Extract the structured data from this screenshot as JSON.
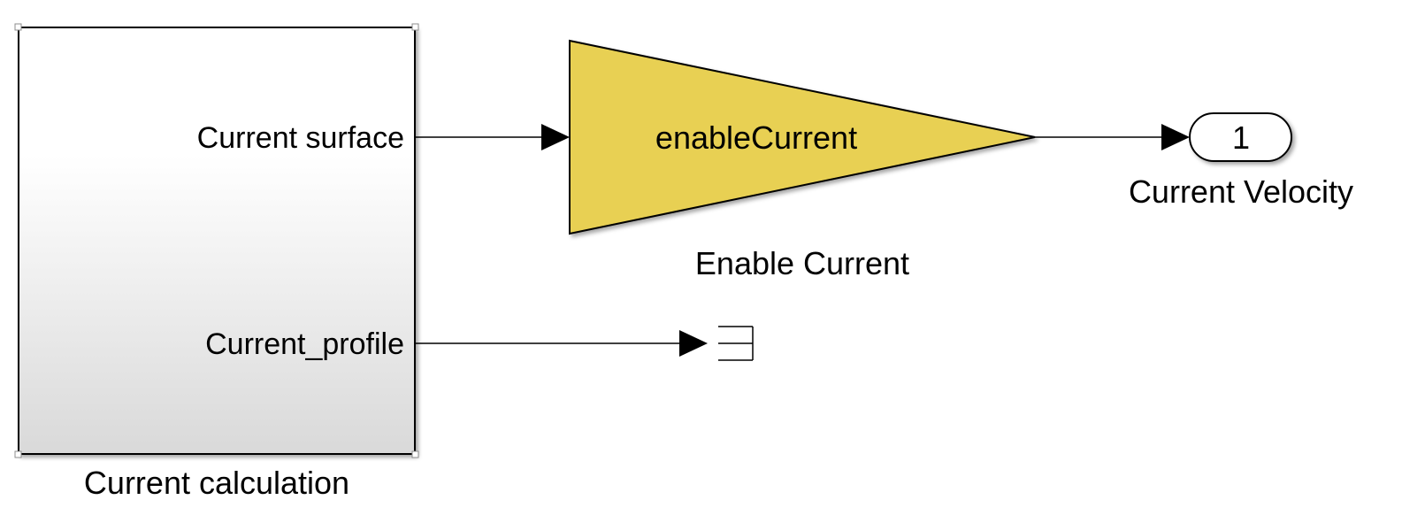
{
  "subsystem": {
    "name": "Current calculation",
    "outputs": [
      {
        "label": "Current surface"
      },
      {
        "label": "Current_profile"
      }
    ],
    "colors": {
      "top": "#ffffff",
      "bottom": "#d9d9d9",
      "border": "#000000"
    }
  },
  "gain": {
    "parameter": "enableCurrent",
    "name": "Enable Current",
    "color": "#e8d052"
  },
  "outport": {
    "number": "1",
    "name": "Current Velocity"
  },
  "terminator": {
    "name": ""
  },
  "colors": {
    "line": "#000000",
    "background": "#ffffff"
  }
}
